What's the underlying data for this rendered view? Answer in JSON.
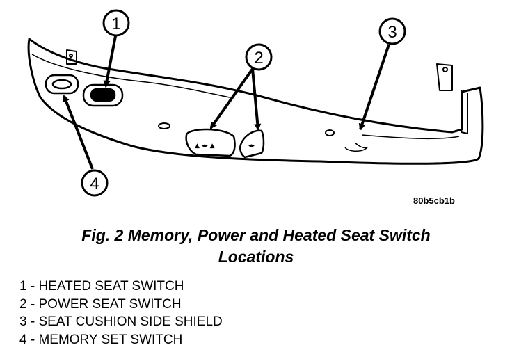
{
  "callouts": [
    "1",
    "2",
    "3",
    "4"
  ],
  "figure_code": "80b5cb1b",
  "caption": {
    "line1": "Fig. 2 Memory, Power and Heated Seat Switch",
    "line2": "Locations"
  },
  "legend": [
    "1 - HEATED SEAT SWITCH",
    "2 - POWER SEAT SWITCH",
    "3 - SEAT CUSHION SIDE SHIELD",
    "4 - MEMORY SET SWITCH"
  ]
}
